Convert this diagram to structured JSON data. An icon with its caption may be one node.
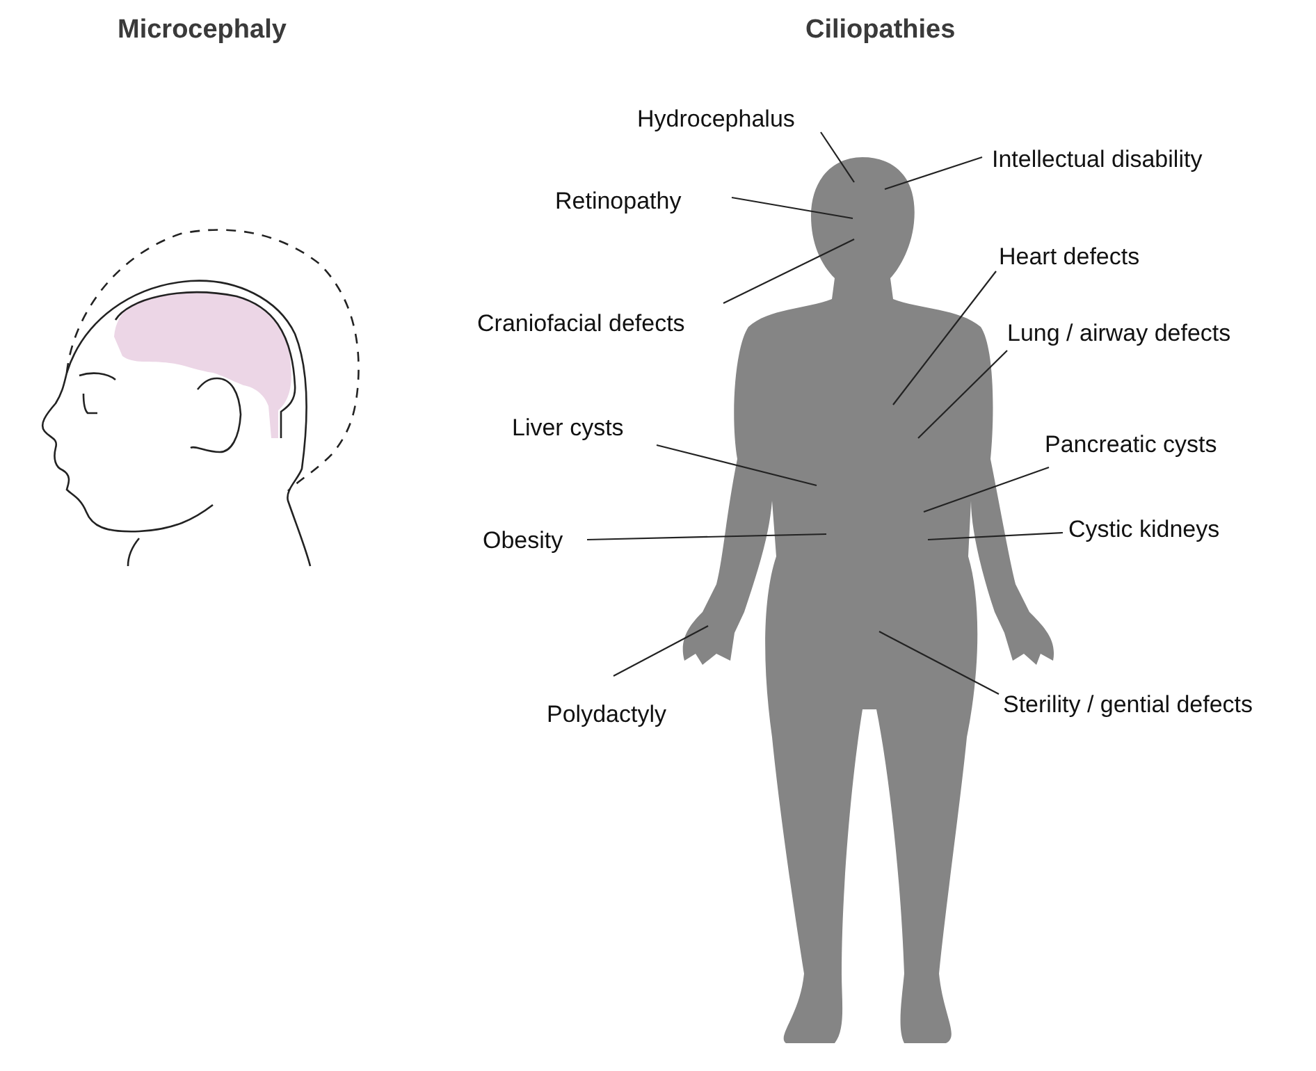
{
  "diagram": {
    "nodes": [
      {
        "text": [
          "Hydrocephalus"
        ]
      },
      {
        "text": [
          "Intellectual disability"
        ]
      },
      {
        "text": [
          "Retinopathy"
        ]
      },
      {
        "text": [
          "Craniofacial defects"
        ]
      },
      {
        "text": [
          "Heart defects"
        ]
      },
      {
        "text": [
          "Lung / airway defects"
        ]
      },
      {
        "text": [
          "Liver cysts"
        ]
      },
      {
        "text": [
          "Pancreatic cysts"
        ]
      },
      {
        "text": [
          "Obesity"
        ]
      },
      {
        "text": [
          "Cystic kidneys"
        ]
      },
      {
        "text": [
          "Polydactyly"
        ]
      },
      {
        "text": [
          "Sterility / gential defects"
        ]
      }
    ],
    "edges": [
      {
        "from": 0,
        "to": null,
        "arrow": "none"
      },
      {
        "from": 1,
        "to": null,
        "arrow": "none"
      },
      {
        "from": 2,
        "to": null,
        "arrow": "none"
      },
      {
        "from": 3,
        "to": null,
        "arrow": "none"
      },
      {
        "from": 4,
        "to": null,
        "arrow": "none"
      },
      {
        "from": 5,
        "to": null,
        "arrow": "none"
      },
      {
        "from": 6,
        "to": null,
        "arrow": "none"
      },
      {
        "from": 7,
        "to": null,
        "arrow": "none"
      },
      {
        "from": 8,
        "to": null,
        "arrow": "none"
      },
      {
        "from": 9,
        "to": null,
        "arrow": "none"
      },
      {
        "from": 10,
        "to": null,
        "arrow": "none"
      },
      {
        "from": 11,
        "to": null,
        "arrow": "none"
      }
    ],
    "labels": [
      "Microcephaly",
      "Ciliopathies"
    ]
  }
}
